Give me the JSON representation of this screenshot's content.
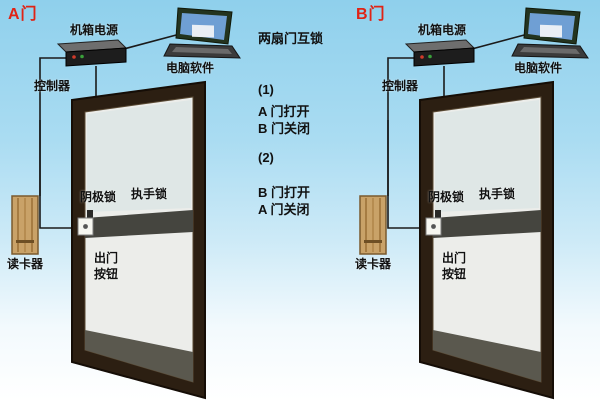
{
  "center": {
    "title": "两扇门互锁",
    "case1": {
      "num": "(1)",
      "line1": "A  门打开",
      "line2": "B  门关闭"
    },
    "case2": {
      "num": "(2)",
      "line1": "B  门打开",
      "line2": "A  门关闭"
    }
  },
  "panels": [
    {
      "door_label": "A门",
      "power_label": "机箱电源",
      "software_label": "电脑软件",
      "controller_label": "控制器",
      "cathode_lock_label": "阴极锁",
      "handle_lock_label": "执手锁",
      "reader_label": "读卡器",
      "exit_button_line1": "出门",
      "exit_button_line2": "按钮"
    },
    {
      "door_label": "B门",
      "power_label": "机箱电源",
      "software_label": "电脑软件",
      "controller_label": "控制器",
      "cathode_lock_label": "阴极锁",
      "handle_lock_label": "执手锁",
      "reader_label": "读卡器",
      "exit_button_line1": "出门",
      "exit_button_line2": "按钮"
    }
  ],
  "colors": {
    "background_top": "#8fd0ec",
    "background_bottom": "#ffffff",
    "door_frame": "#2c1f12",
    "door_leaf": "#ecedea",
    "card_reader": "#c9a268",
    "door_tag_red": "#e02315"
  }
}
